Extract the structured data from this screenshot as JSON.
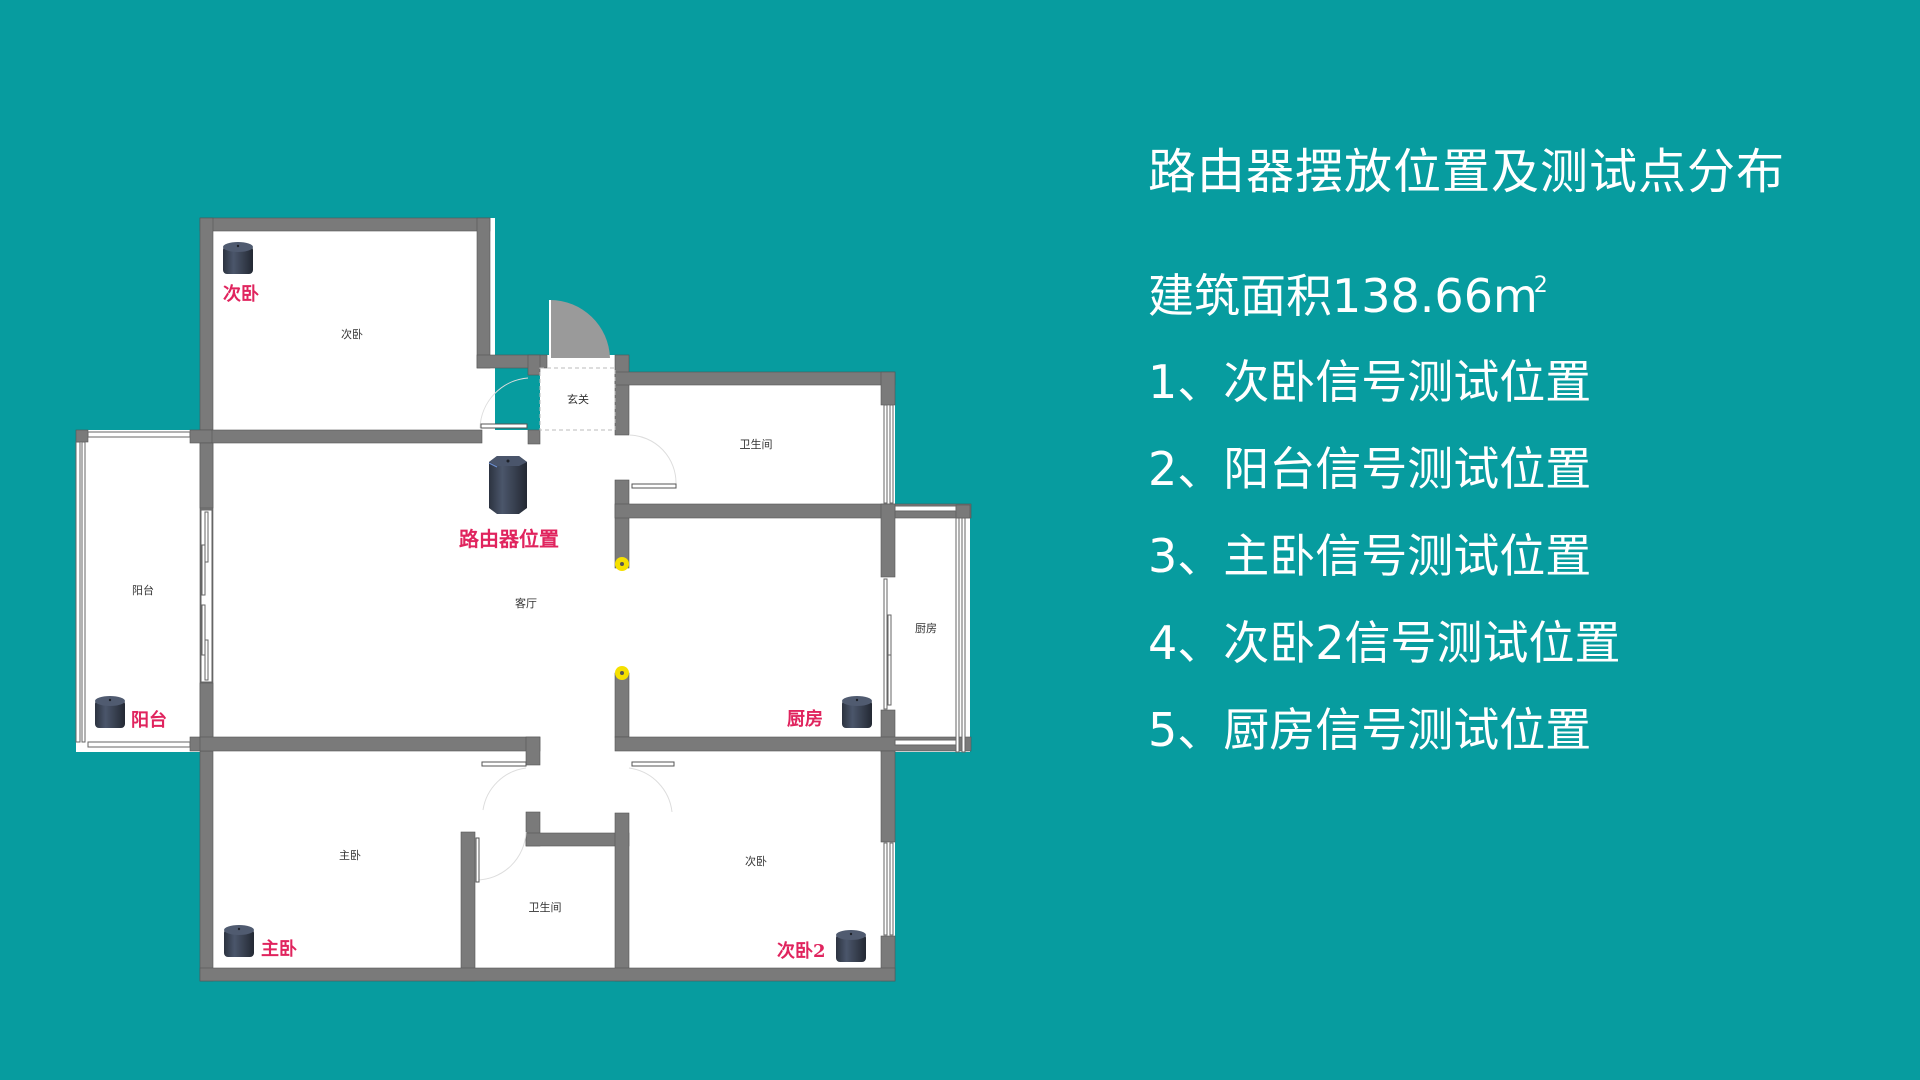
{
  "title": "路由器摆放位置及测试点分布",
  "area": {
    "label": "建筑面积138.66",
    "unit": "m",
    "unit_sup": "2"
  },
  "test_points": [
    "1、次卧信号测试位置",
    "2、阳台信号测试位置",
    "3、主卧信号测试位置",
    "4、次卧2信号测试位置",
    "5、厨房信号测试位置"
  ],
  "colors": {
    "background": "#079c9f",
    "wall": "#7a7a7a",
    "floor": "#ffffff",
    "marker_label": "#e0245e",
    "test_dot": "#f5e000",
    "router": "#3a4252"
  },
  "floorplan": {
    "rooms": {
      "bedroom2": "次卧",
      "entrance": "玄关",
      "bathroom1": "卫生间",
      "balcony": "阳台",
      "living": "客厅",
      "kitchen": "厨房",
      "master": "主卧",
      "bathroom2": "卫生间",
      "bedroom3": "次卧"
    },
    "markers": {
      "router": "路由器位置",
      "bedroom2": "次卧",
      "balcony": "阳台",
      "kitchen": "厨房",
      "master": "主卧",
      "bedroom3": "次卧2"
    }
  }
}
